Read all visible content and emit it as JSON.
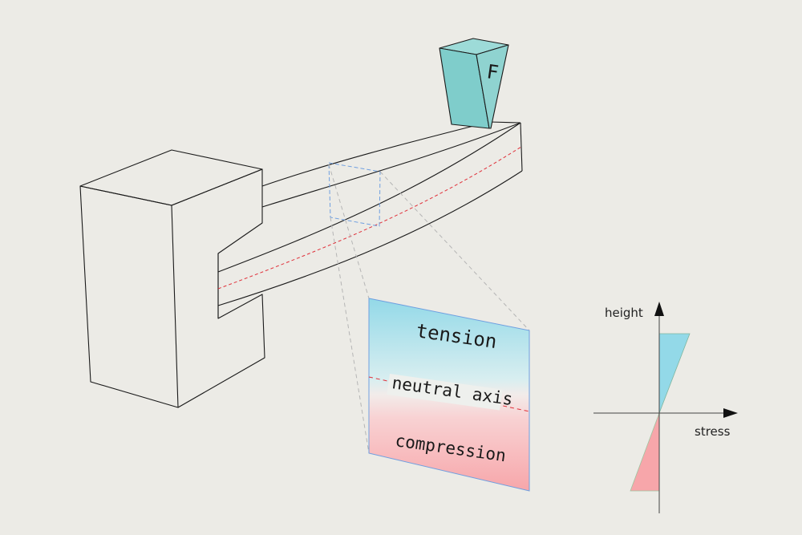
{
  "diagram": {
    "load_label": "F",
    "cross_section": {
      "top_label": "tension",
      "middle_label": "neutral axis",
      "bottom_label": "compression"
    },
    "stress_plot": {
      "y_axis_label": "height",
      "x_axis_label": "stress"
    }
  },
  "colors": {
    "background": "#ecebe6",
    "outline": "#1a1a1a",
    "tension": "#93d9e8",
    "compression": "#f7a6aa",
    "load_block": "#7fcdcb",
    "neutral_axis": "#e0303a",
    "section_highlight": "#6f9fe0"
  }
}
